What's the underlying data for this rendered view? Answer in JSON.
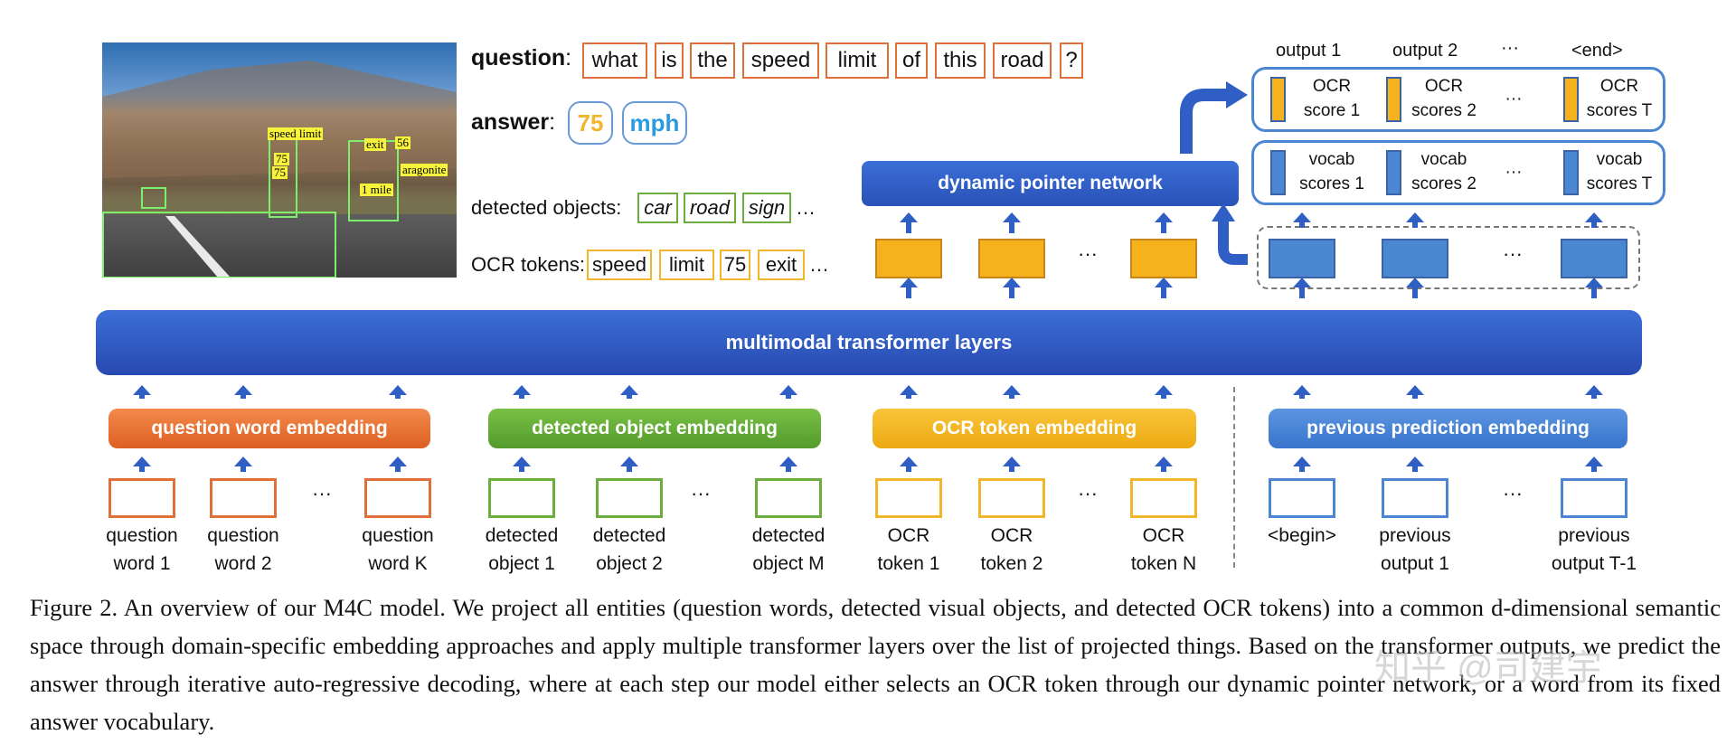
{
  "question": {
    "label": "question",
    "colon": ":",
    "tokens": [
      "what",
      "is",
      "the",
      "speed",
      "limit",
      "of",
      "this",
      "road",
      "?"
    ]
  },
  "answer": {
    "label": "answer",
    "colon": ":",
    "tokens": [
      "75",
      "mph"
    ]
  },
  "detected_objects": {
    "label": "detected objects:",
    "tokens": [
      "car",
      "road",
      "sign"
    ],
    "ellipsis": "…"
  },
  "ocr_tokens": {
    "label": "OCR tokens:",
    "tokens": [
      "speed",
      "limit",
      "75",
      "exit"
    ],
    "ellipsis": "…"
  },
  "photo_labels": [
    "speed limit",
    "75",
    "75",
    "exit",
    "56",
    "aragonite",
    "1 mile"
  ],
  "outputs": [
    "output 1",
    "output 2",
    "···",
    "<end>"
  ],
  "ocr_scores": [
    "OCR\nscore 1",
    "OCR\nscores 2",
    "···",
    "OCR\nscores T"
  ],
  "vocab_scores": [
    "vocab\nscores 1",
    "vocab\nscores 2",
    "···",
    "vocab\nscores T"
  ],
  "dynamic_pointer": "dynamic pointer network",
  "transformer": "multimodal transformer layers",
  "embeddings": {
    "question": "question word embedding",
    "object": "detected object embedding",
    "ocr": "OCR token embedding",
    "previous": "previous prediction embedding"
  },
  "ellipsis": "···",
  "input_labels": {
    "q1": "question\nword 1",
    "q2": "question\nword 2",
    "qk": "question\nword K",
    "o1": "detected\nobject 1",
    "o2": "detected\nobject 2",
    "om": "detected\nobject M",
    "t1": "OCR\ntoken 1",
    "t2": "OCR\ntoken 2",
    "tn": "OCR\ntoken N",
    "p0": "<begin>",
    "p1": "previous\noutput 1",
    "pt": "previous\noutput T-1"
  },
  "caption": "Figure 2. An overview of our M4C model. We project all entities (question words, detected visual objects, and detected OCR tokens) into a common d-dimensional semantic space through domain-specific embedding approaches and apply multiple transformer layers over the list of projected things. Based on the transformer outputs, we predict the answer through iterative auto-regressive decoding, where at each step our model either selects an OCR token through our dynamic pointer network, or a word from its fixed answer vocabulary.",
  "watermark": "知乎 @司建宇",
  "colors": {
    "question": "#e0703a",
    "object": "#6cae3e",
    "ocr": "#f1b62b",
    "previous": "#4a86d1",
    "transformer": "#2f5fc4",
    "answer_75": "#f1b62b",
    "answer_mph": "#2a9be0"
  }
}
